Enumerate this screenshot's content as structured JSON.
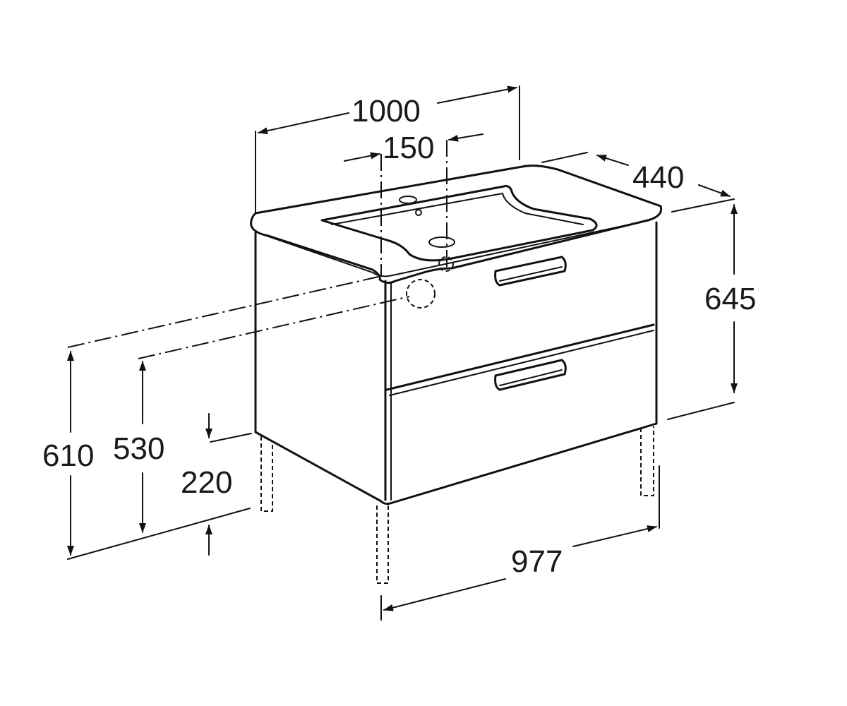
{
  "dimensions": {
    "overall_width": "1000",
    "tap_offset": "150",
    "depth": "440",
    "height": "645",
    "waste_height": "610",
    "supply_height": "530",
    "leg_height": "220",
    "cabinet_width": "977"
  }
}
